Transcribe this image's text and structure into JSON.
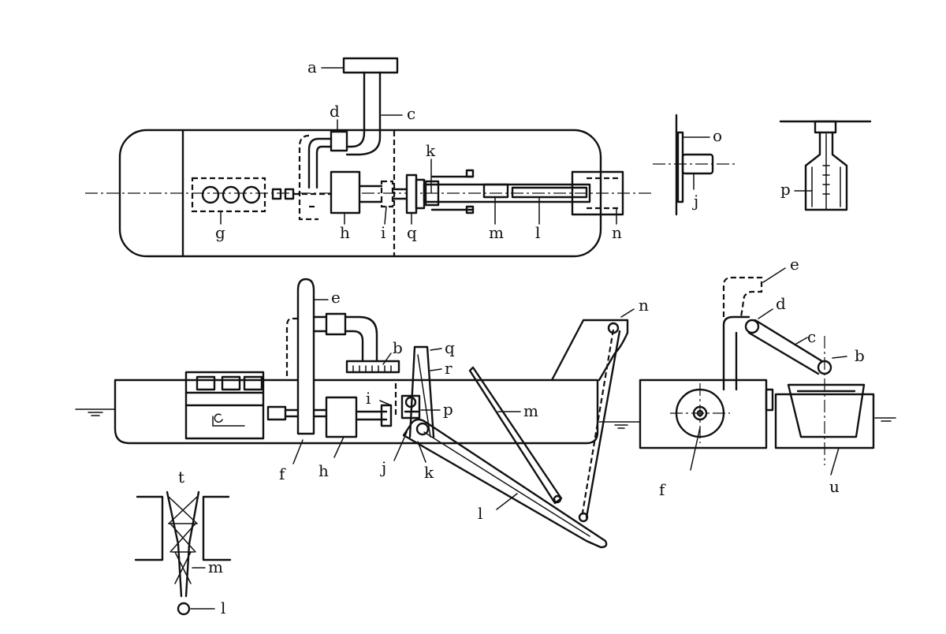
{
  "labels": {
    "top_view": {
      "a": "a",
      "c": "c",
      "d": "d",
      "k": "k",
      "g": "g",
      "h": "h",
      "i": "i",
      "q": "q",
      "m": "m",
      "l": "l",
      "n": "n"
    },
    "detail_oj": {
      "o": "o",
      "j": "j"
    },
    "detail_p": {
      "p": "p"
    },
    "side_view": {
      "e": "e",
      "b": "b",
      "q": "q",
      "r": "r",
      "i": "i",
      "p": "p",
      "m": "m",
      "n": "n",
      "f": "f",
      "h": "h",
      "j": "j",
      "k": "k",
      "l": "l"
    },
    "end_view": {
      "e": "e",
      "d": "d",
      "c": "c",
      "b": "b",
      "f": "f",
      "u": "u"
    },
    "ladder_detail": {
      "t": "t",
      "m": "m",
      "l": "l"
    }
  }
}
